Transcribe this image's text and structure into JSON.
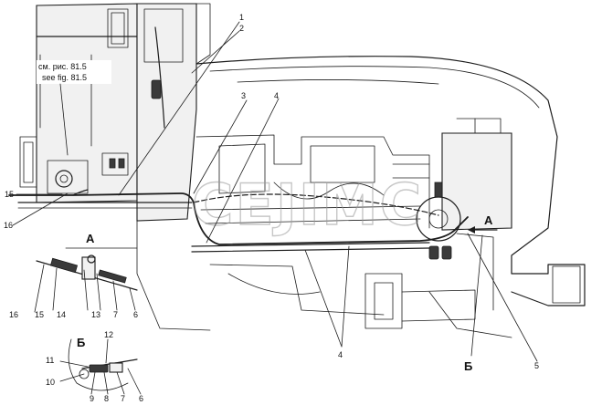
{
  "note": {
    "ru": "см. рис. 81.5",
    "en": "see fig. 81.5"
  },
  "watermark": "CEJIMC",
  "callouts": {
    "c1": "1",
    "c2": "2",
    "c3": "3",
    "c4a": "4",
    "c4b": "4",
    "c5": "5",
    "c15": "15",
    "c16": "16"
  },
  "view_a": {
    "title": "A",
    "labels": [
      "16",
      "15",
      "14",
      "13",
      "7",
      "6"
    ]
  },
  "view_b": {
    "title": "Б",
    "labels": [
      "12",
      "11",
      "10",
      "9",
      "8",
      "7",
      "6"
    ]
  },
  "markers": {
    "a": "A",
    "b": "Б"
  }
}
